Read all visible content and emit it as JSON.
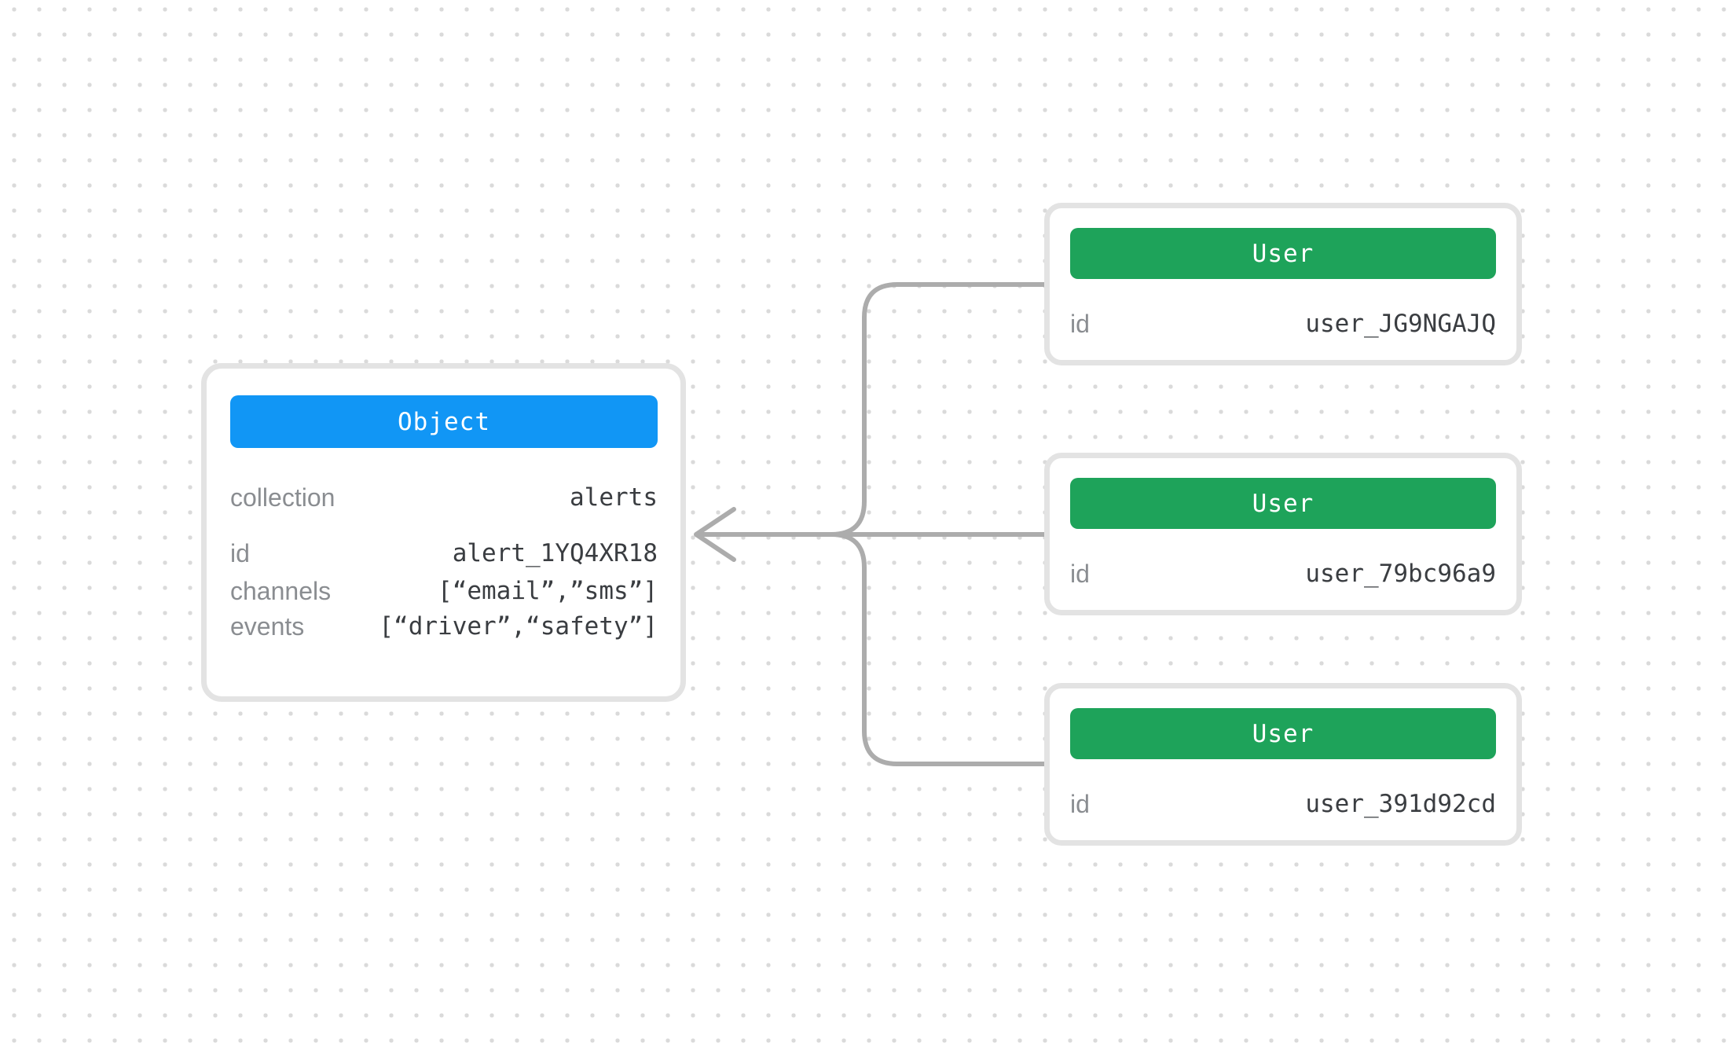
{
  "diagram": {
    "kind": "entity-relationship",
    "colors": {
      "object_header_bg": "#1196f5",
      "user_header_bg": "#1ea35a",
      "header_text": "#ffffff",
      "connector": "#acacac",
      "card_border": "#e3e3e3",
      "card_bg": "#ffffff",
      "label_text": "#8a8d91",
      "value_text": "#3a3d41",
      "background_dot": "#dadada"
    },
    "object_card": {
      "title": "Object",
      "rows": [
        {
          "label": "collection",
          "value": "alerts"
        },
        {
          "label": "id",
          "value": "alert_1YQ4XR18"
        },
        {
          "label": "channels",
          "value": "[“email”,”sms”]"
        },
        {
          "label": "events",
          "value": "[“driver”,“safety”]"
        }
      ]
    },
    "user_cards": [
      {
        "title": "User",
        "id_label": "id",
        "id_value": "user_JG9NGAJQ"
      },
      {
        "title": "User",
        "id_label": "id",
        "id_value": "user_79bc96a9"
      },
      {
        "title": "User",
        "id_label": "id",
        "id_value": "user_391d92cd"
      }
    ],
    "edges": {
      "direction": "users-to-object",
      "arrow_target": "object_card"
    }
  }
}
